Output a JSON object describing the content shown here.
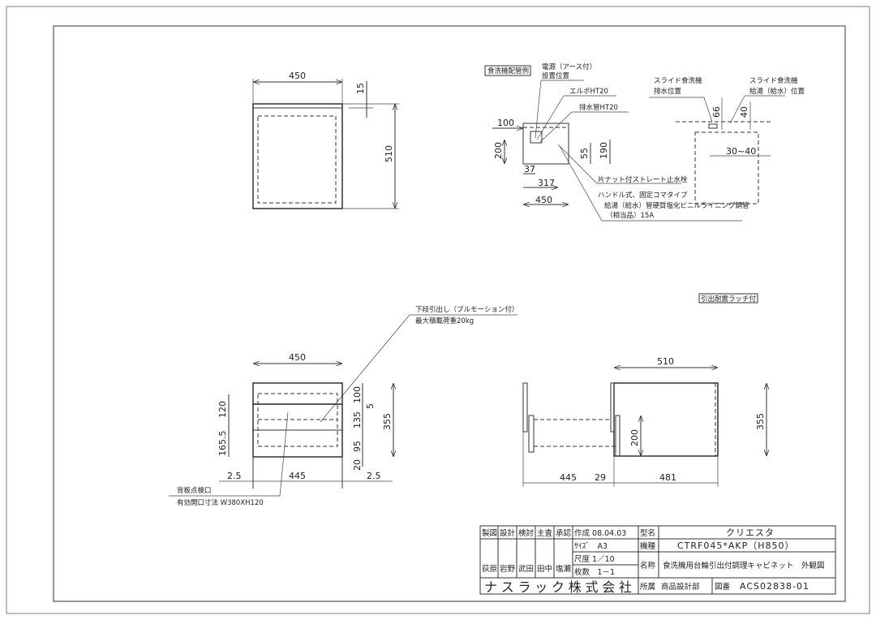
{
  "top_front_view": {
    "dims": {
      "width": "450",
      "top_gap": "15",
      "depth": "510"
    }
  },
  "piping_view": {
    "box_label": "食洗機配管例",
    "power_label_1": "電源（アース付）",
    "power_label_2": "設置位置",
    "elbow_label": "エルボHT20",
    "drain_label": "排水管HT20",
    "valve_label_1": "片ナット付ストレート止水栓",
    "valve_label_2": "ハンドル式、固定コマタイプ",
    "pipe_label_1": "給湯（給水）管硬質塩化ビニルライニング鋼管",
    "pipe_label_2": "（相当品）15A",
    "dims": {
      "d100": "100",
      "d200": "200",
      "d55": "55",
      "d190": "190",
      "d37": "37",
      "d317": "317",
      "d450": "450"
    }
  },
  "slide_view": {
    "drain_label_1": "スライド食洗機",
    "drain_label_2": "排水位置",
    "supply_label_1": "スライド食洗機",
    "supply_label_2": "給湯（給水）位置",
    "dims": {
      "d66": "66",
      "d40": "40",
      "d30_40": "30~40"
    }
  },
  "latch_label": "引出耐震ラッチ付",
  "front_view": {
    "drawer_label_1": "下段引出し（プルモーション付）",
    "drawer_label_2": "最大積載荷重20kg",
    "back_label_1": "背板点検口",
    "back_label_2": "有効開口寸法 W380XH120",
    "dims": {
      "width": "450",
      "h120": "120",
      "h165_5": "165.5",
      "h100": "100",
      "h5": "5",
      "h135": "135",
      "h95": "95",
      "h20": "20",
      "h355": "355",
      "w445": "445",
      "left_2_5": "2.5",
      "right_2_5": "2.5"
    }
  },
  "side_view": {
    "dims": {
      "d510": "510",
      "d355": "355",
      "d200": "200",
      "d445": "445",
      "d29": "29",
      "d481": "481"
    }
  },
  "title_block": {
    "headers": [
      "製図",
      "設計",
      "検討",
      "主査",
      "承認"
    ],
    "signatures": [
      "荻原",
      "岩野",
      "武田",
      "田中",
      "塩瀬"
    ],
    "created": "作成 08.04.03",
    "size": "ｻｲｽﾞ　A3",
    "scale": "尺度 1／10",
    "sheets": "枚数　1－1",
    "company": "ナスラック株式会社",
    "model_name_label": "型名",
    "model_name": "クリエスタ",
    "model_label": "機種",
    "model": "CTRF045*AKP（H850）",
    "title_label": "名称",
    "title": "食洗機用台輪引出付調理キャビネット　外観図",
    "dept_label": "所属",
    "dept": "商品設計部",
    "drawing_no_label": "図番",
    "drawing_no": "ACS02838-01"
  }
}
